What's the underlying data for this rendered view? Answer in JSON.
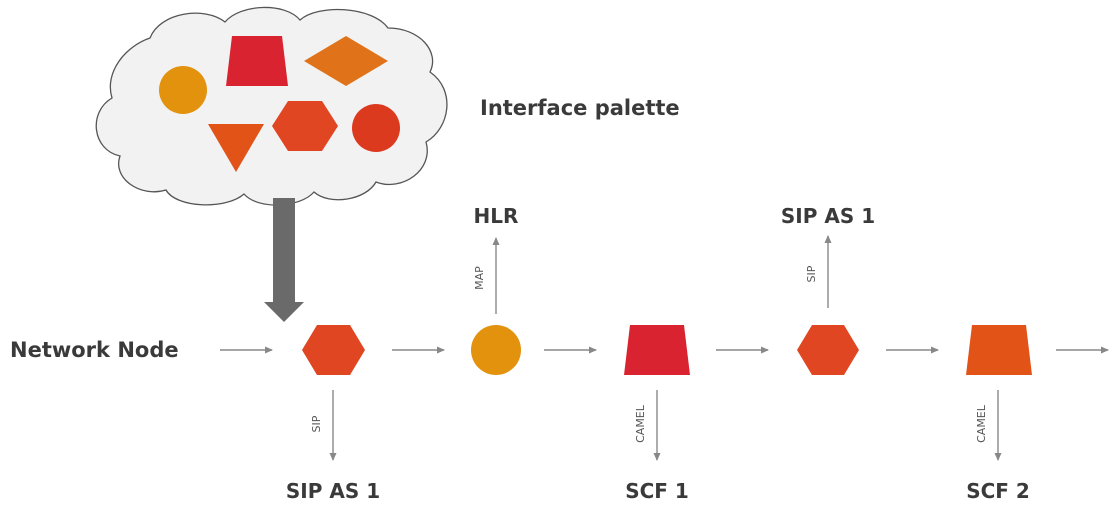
{
  "palette": {
    "title": "Interface palette",
    "shapes": [
      "circle",
      "trapezoid",
      "diamond",
      "triangle",
      "hexagon",
      "circle"
    ]
  },
  "network_node": {
    "label": "Network Node"
  },
  "chain": [
    {
      "shape": "hexagon",
      "color": "#e04621"
    },
    {
      "shape": "circle",
      "color": "#e2920c"
    },
    {
      "shape": "trapezoid",
      "color": "#d92330"
    },
    {
      "shape": "hexagon",
      "color": "#e04621"
    },
    {
      "shape": "trapezoid",
      "color": "#e25318"
    }
  ],
  "branches": [
    {
      "node": "SIP AS 1",
      "protocol": "SIP",
      "direction": "down"
    },
    {
      "node": "HLR",
      "protocol": "MAP",
      "direction": "up"
    },
    {
      "node": "SCF 1",
      "protocol": "CAMEL",
      "direction": "down"
    },
    {
      "node": "SIP AS 1",
      "protocol": "SIP",
      "direction": "up"
    },
    {
      "node": "SCF 2",
      "protocol": "CAMEL",
      "direction": "down"
    }
  ],
  "colors": {
    "orange": "#e2920c",
    "red": "#d92330",
    "dark_orange": "#e0731a",
    "red_orange": "#e04621",
    "arrow": "#888888",
    "thick_arrow": "#6a6a6a",
    "cloud_fill": "#f2f2f2",
    "cloud_stroke": "#555555"
  }
}
